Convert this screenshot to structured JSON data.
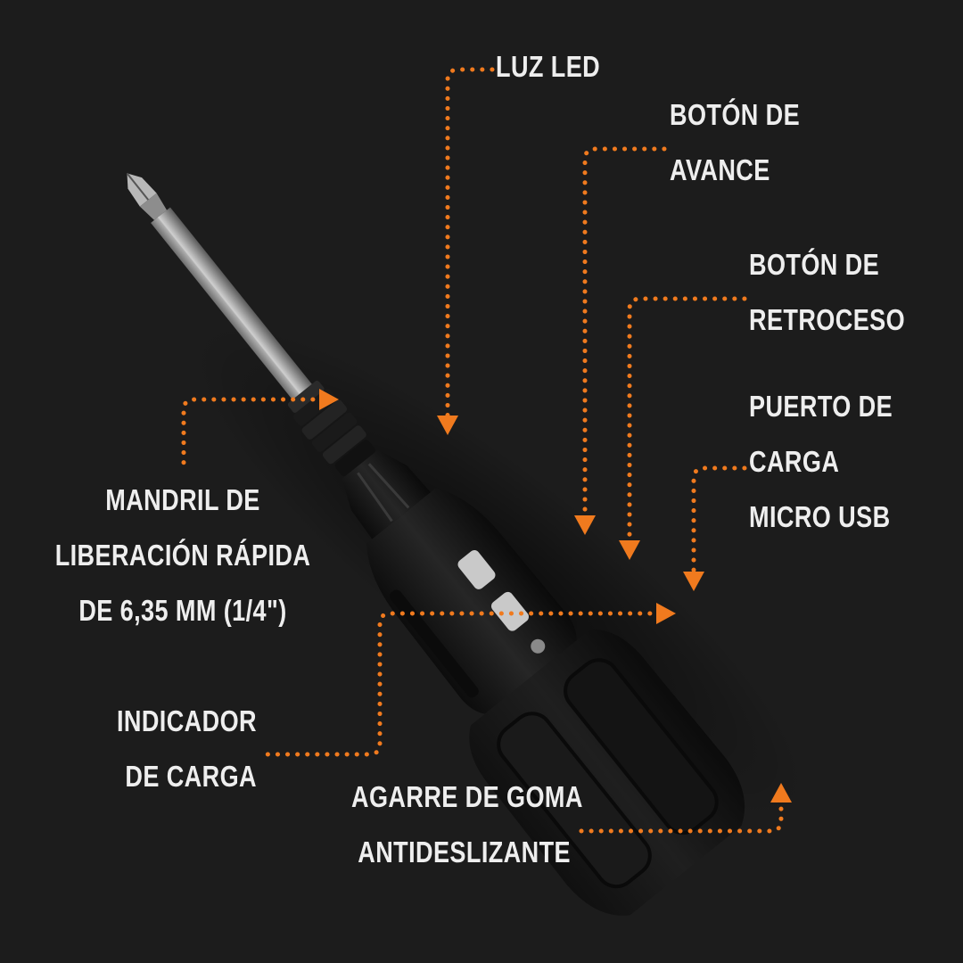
{
  "colors": {
    "background": "#1c1c1c",
    "leader": "#f07a1e",
    "text": "#eeeeee",
    "body": "#151515",
    "bit": "#9a9a9a"
  },
  "labels": {
    "led": {
      "lines": [
        "LUZ LED"
      ]
    },
    "forward": {
      "lines": [
        "BOTÓN DE",
        "AVANCE"
      ]
    },
    "reverse": {
      "lines": [
        "BOTÓN DE",
        "RETROCESO"
      ]
    },
    "usb": {
      "lines": [
        "PUERTO DE",
        "CARGA",
        "MICRO USB"
      ]
    },
    "chuck": {
      "lines": [
        "MANDRIL DE",
        "LIBERACIÓN RÁPIDA",
        "DE 6,35 MM (1/4\")"
      ]
    },
    "indicator": {
      "lines": [
        "INDICADOR",
        "DE CARGA"
      ]
    },
    "grip": {
      "lines": [
        "AGARRE DE GOMA",
        "ANTIDESLIZANTE"
      ]
    }
  }
}
